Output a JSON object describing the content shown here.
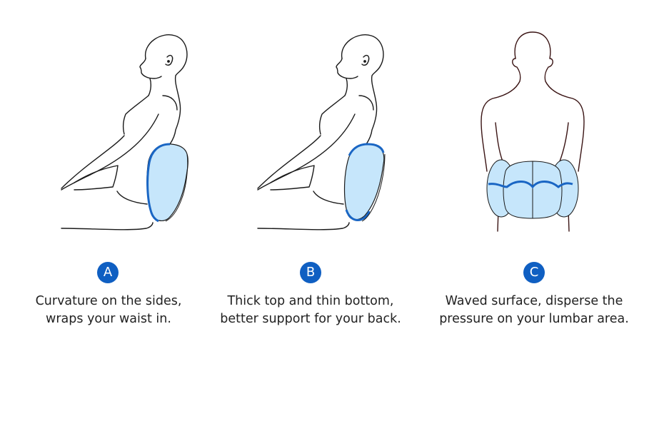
{
  "colors": {
    "badge": "#0f5fc2",
    "cushion_fill": "#c6e6fb",
    "cushion_edge": "#1a66c4",
    "outline": "#1a1a1a",
    "outline_c": "#3a1414"
  },
  "panels": [
    {
      "badge": "A",
      "caption_lines": [
        "Curvature on the sides,",
        "wraps your waist in."
      ],
      "figure": "side-view-seated-with-curved-cushion"
    },
    {
      "badge": "B",
      "caption_lines": [
        "Thick top and thin bottom,",
        "better support for your back."
      ],
      "figure": "side-view-seated-with-tapered-cushion"
    },
    {
      "badge": "C",
      "caption_lines": [
        "Waved surface, disperse the",
        "pressure on your lumbar area."
      ],
      "figure": "back-view-with-waved-cushion"
    }
  ]
}
